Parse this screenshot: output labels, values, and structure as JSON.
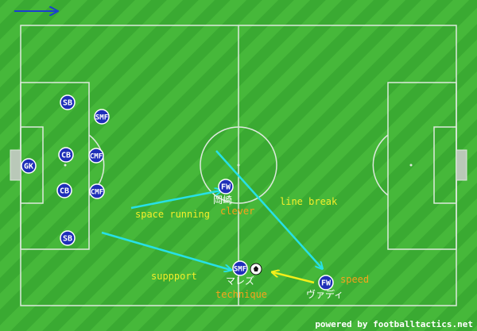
{
  "direction_arrow": {
    "color": "#1a3fd0"
  },
  "colors": {
    "grass_light": "#46b83a",
    "grass_dark": "#33a02c",
    "line": "#dde9dd",
    "player_fill": "#1e2fb8",
    "cyan_arrow": "#27e0e6",
    "yellow_arrow": "#f3ef1a",
    "text_yellow": "#f4ee2a",
    "text_orange": "#f7a21b",
    "text_white": "#ffffff"
  },
  "players": [
    {
      "id": "gk",
      "label": "GK"
    },
    {
      "id": "sb-top",
      "label": "SB"
    },
    {
      "id": "smf-left",
      "label": "SMF"
    },
    {
      "id": "cb-top",
      "label": "CB"
    },
    {
      "id": "cmf-top",
      "label": "CMF"
    },
    {
      "id": "cb-bottom",
      "label": "CB"
    },
    {
      "id": "cmf-bottom",
      "label": "CMF"
    },
    {
      "id": "sb-bottom",
      "label": "SB"
    },
    {
      "id": "fw-okazaki",
      "label": "FW"
    },
    {
      "id": "smf-mares",
      "label": "SMF"
    },
    {
      "id": "fw-vardy",
      "label": "FW"
    }
  ],
  "labels": {
    "okazaki_name": "岡崎",
    "okazaki_trait": "clever",
    "mares_name": "マレズ",
    "mares_trait": "technique",
    "vardy_name": "ヴァディ",
    "vardy_trait": "speed",
    "line_break": "line break",
    "space_running": "space running",
    "support": "suppport"
  },
  "footer": "powered by footballtactics.net"
}
